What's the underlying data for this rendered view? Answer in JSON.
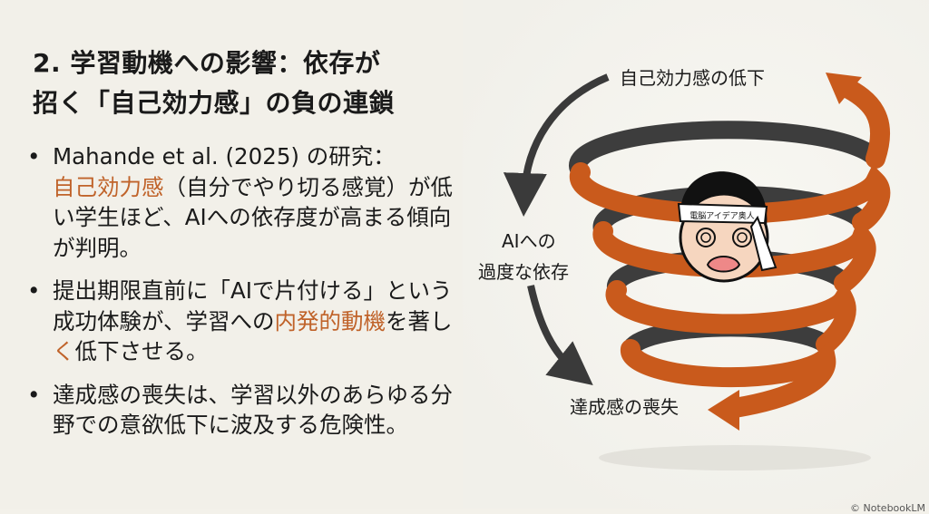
{
  "title": {
    "line1": "2. 学習動機への影響：依存が",
    "line2": "招く「自己効力感」の負の連鎖"
  },
  "bullets": [
    {
      "parts": [
        "Mahande et al. (2025) の研究：",
        "自己効力感",
        "（自分でやり切る感覚）が低い学生ほど、AIへの依存度が高まる傾向が判明。"
      ]
    },
    {
      "parts": [
        "提出期限直前に「AIで片付ける」という成功体験が、学習への",
        "内発的動機",
        "を著し",
        "く",
        "低下させる。"
      ]
    },
    {
      "parts": [
        "達成感の喪失は、学習以外のあらゆる分野での意欲低下に波及する危険性。"
      ]
    }
  ],
  "diagram": {
    "label_top": "自己効力感の低下",
    "label_mid_1": "AIへの",
    "label_mid_2": "過度な依存",
    "label_bottom": "達成感の喪失",
    "headband": "電脳アイデア奥人"
  },
  "watermark": "© NotebookLM",
  "colors": {
    "accent": "#c0632a",
    "spiral": "#c95a1c",
    "dark": "#3a3a3a"
  }
}
